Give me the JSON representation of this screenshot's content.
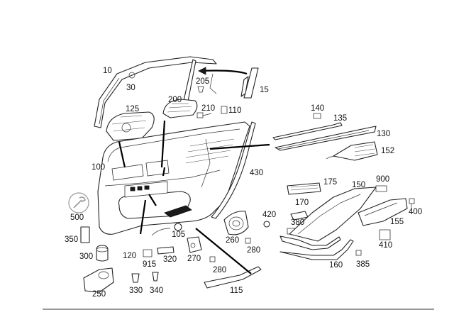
{
  "callouts": [
    {
      "id": "c10",
      "text": "10"
    },
    {
      "id": "c30",
      "text": "30"
    },
    {
      "id": "c15",
      "text": "15"
    },
    {
      "id": "c205",
      "text": "205"
    },
    {
      "id": "c200",
      "text": "200"
    },
    {
      "id": "c125",
      "text": "125"
    },
    {
      "id": "c210",
      "text": "210"
    },
    {
      "id": "c110",
      "text": "110"
    },
    {
      "id": "c140",
      "text": "140"
    },
    {
      "id": "c135",
      "text": "135"
    },
    {
      "id": "c130",
      "text": "130"
    },
    {
      "id": "c152",
      "text": "152"
    },
    {
      "id": "c100",
      "text": "100"
    },
    {
      "id": "c430",
      "text": "430"
    },
    {
      "id": "c900",
      "text": "900"
    },
    {
      "id": "c175",
      "text": "175"
    },
    {
      "id": "c150",
      "text": "150"
    },
    {
      "id": "c500",
      "text": "500"
    },
    {
      "id": "c170",
      "text": "170"
    },
    {
      "id": "c420",
      "text": "420"
    },
    {
      "id": "c400",
      "text": "400"
    },
    {
      "id": "c380",
      "text": "380"
    },
    {
      "id": "c155",
      "text": "155"
    },
    {
      "id": "c350",
      "text": "350"
    },
    {
      "id": "c105",
      "text": "105"
    },
    {
      "id": "c260",
      "text": "260"
    },
    {
      "id": "c410",
      "text": "410"
    },
    {
      "id": "c300",
      "text": "300"
    },
    {
      "id": "c120",
      "text": "120"
    },
    {
      "id": "c320",
      "text": "320"
    },
    {
      "id": "c270",
      "text": "270"
    },
    {
      "id": "c280a",
      "text": "280"
    },
    {
      "id": "c915",
      "text": "915"
    },
    {
      "id": "c280b",
      "text": "280"
    },
    {
      "id": "c160",
      "text": "160"
    },
    {
      "id": "c385",
      "text": "385"
    },
    {
      "id": "c330",
      "text": "330"
    },
    {
      "id": "c340",
      "text": "340"
    },
    {
      "id": "c115",
      "text": "115"
    },
    {
      "id": "c250",
      "text": "250"
    }
  ]
}
